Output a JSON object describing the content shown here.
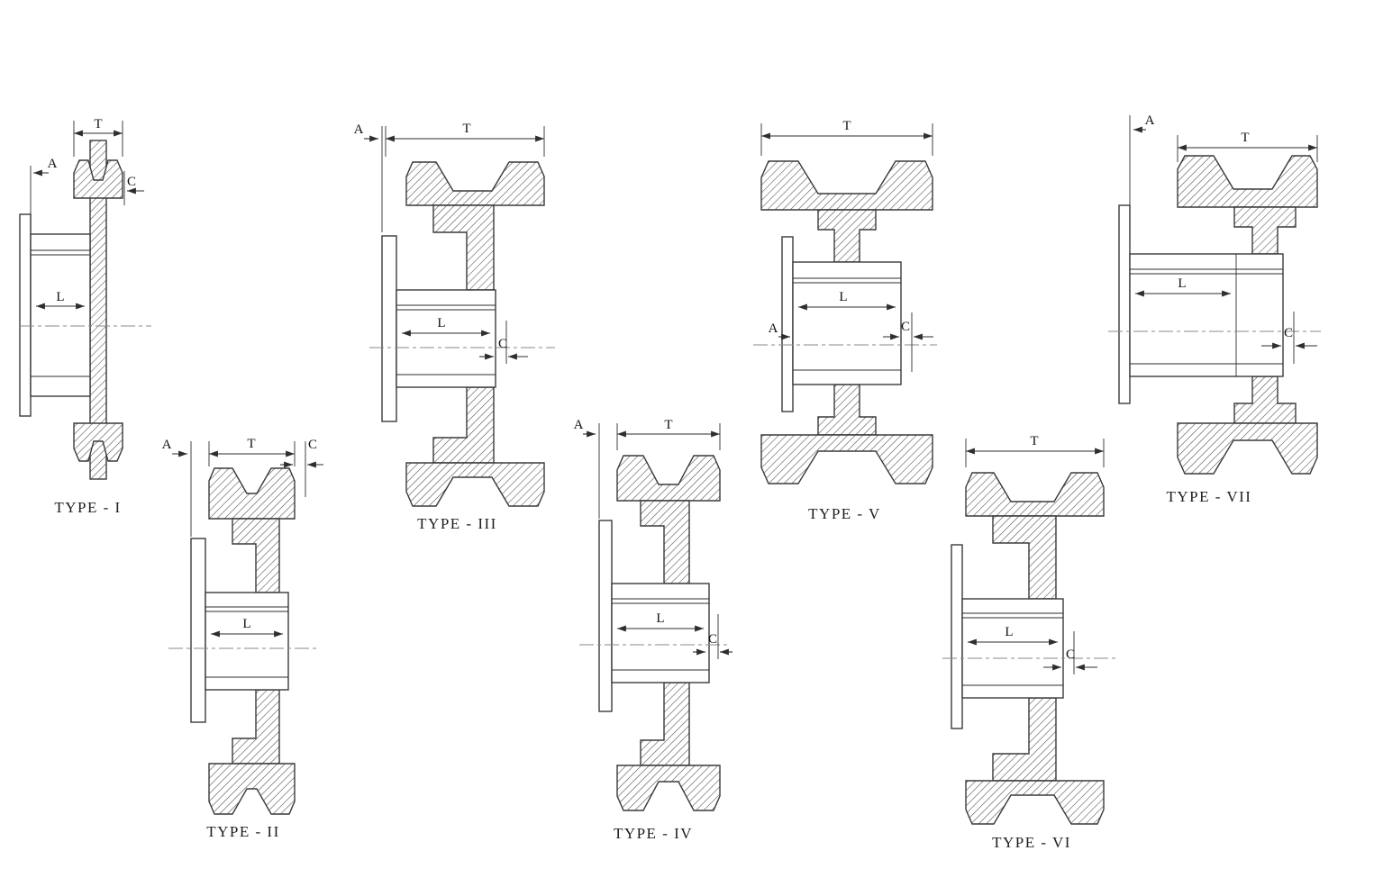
{
  "diagram": {
    "types": [
      {
        "name": "TYPE - I",
        "dims": {
          "a": "A",
          "t": "T",
          "c": "C",
          "l": "L"
        }
      },
      {
        "name": "TYPE - II",
        "dims": {
          "a": "A",
          "t": "T",
          "c": "C",
          "l": "L"
        }
      },
      {
        "name": "TYPE - III",
        "dims": {
          "a": "A",
          "t": "T",
          "c": "C",
          "l": "L"
        }
      },
      {
        "name": "TYPE - IV",
        "dims": {
          "a": "A",
          "t": "T",
          "c": "C",
          "l": "L"
        }
      },
      {
        "name": "TYPE - V",
        "dims": {
          "a": "A",
          "t": "T",
          "c": "C",
          "l": "L"
        }
      },
      {
        "name": "TYPE - VI",
        "dims": {
          "t": "T",
          "c": "C",
          "l": "L"
        }
      },
      {
        "name": "TYPE - VII",
        "dims": {
          "a": "A",
          "t": "T",
          "c": "C",
          "l": "L"
        }
      }
    ]
  }
}
